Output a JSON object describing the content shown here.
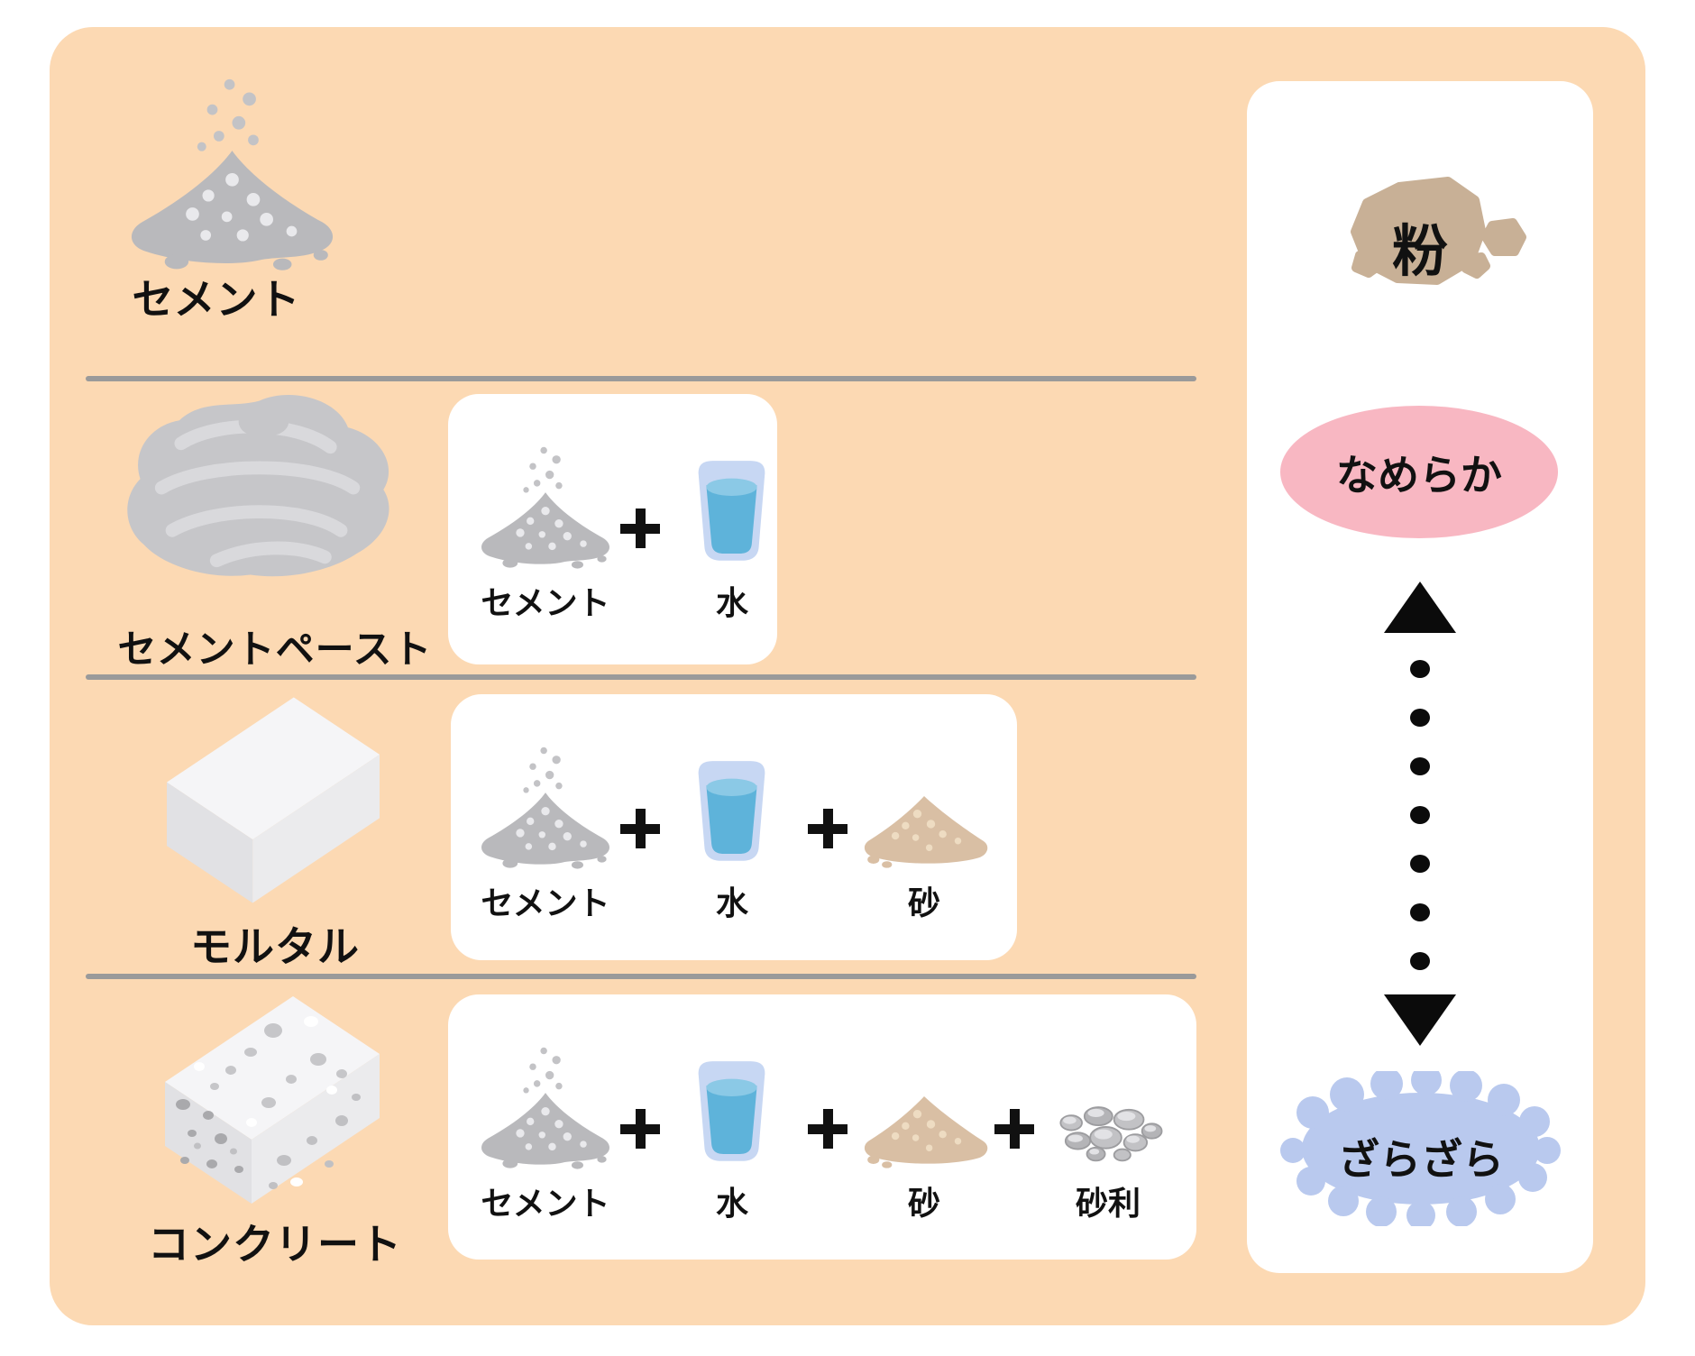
{
  "diagram": {
    "rows": [
      {
        "label": "セメント"
      },
      {
        "label": "セメントペースト",
        "ingredients": [
          {
            "name": "セメント"
          },
          {
            "name": "水"
          }
        ]
      },
      {
        "label": "モルタル",
        "ingredients": [
          {
            "name": "セメント"
          },
          {
            "name": "水"
          },
          {
            "name": "砂"
          }
        ]
      },
      {
        "label": "コンクリート",
        "ingredients": [
          {
            "name": "セメント"
          },
          {
            "name": "水"
          },
          {
            "name": "砂"
          },
          {
            "name": "砂利"
          }
        ]
      }
    ],
    "plus_sign": "+",
    "scale": {
      "powder": "粉",
      "smooth": "なめらか",
      "rough": "ざらざら"
    }
  },
  "icons": {
    "cement_pile": "cement-powder-pile-icon",
    "cement_paste": "cement-paste-swirl-icon",
    "mortar_block": "mortar-block-icon",
    "concrete_block": "concrete-block-icon",
    "water_glass": "water-glass-icon",
    "sand_pile": "sand-pile-icon",
    "gravel": "gravel-stones-icon",
    "powder_blob": "powder-blob-icon",
    "rough_blob": "rough-blob-icon",
    "arrow_up": "arrow-up-icon",
    "arrow_down": "arrow-down-icon"
  },
  "colors": {
    "background": "#fcd9b3",
    "panel_white": "#ffffff",
    "divider_gray": "#9a9a9a",
    "cement_gray": "#b9b9bc",
    "paste_gray": "#c6c6c9",
    "block_top": "#f5f5f7",
    "block_left": "#e1e1e4",
    "block_right": "#ebebed",
    "water_rim": "#c7d7f3",
    "water_body": "#5eb3da",
    "water_surface": "#8bc9e6",
    "sand_tan": "#d9bfa4",
    "gravel_gray": "#c2c2c5",
    "powder_tan": "#c8b096",
    "smooth_pink": "#f8b7c2",
    "rough_blue": "#b9c9ee",
    "text_black": "#111111"
  }
}
